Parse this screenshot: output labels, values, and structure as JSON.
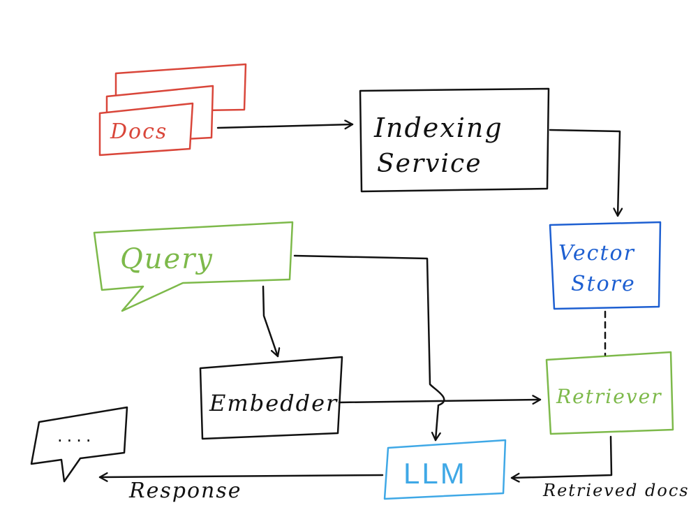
{
  "nodes": {
    "docs": "Docs",
    "indexing_line1": "Indexing",
    "indexing_line2": "Service",
    "vector_line1": "Vector",
    "vector_line2": "Store",
    "query": "Query",
    "embedder": "Embedder",
    "retriever": "Retriever",
    "llm": "LLM",
    "bubble_dots": "...."
  },
  "edges": {
    "response": "Response",
    "retrieved_docs": "Retrieved docs"
  },
  "colors": {
    "docs": "#d9463a",
    "indexing_service": "#111111",
    "vector_store": "#1d5fd1",
    "query": "#7db94a",
    "embedder": "#111111",
    "retriever": "#7db94a",
    "llm": "#3fa8e6",
    "arrows": "#111111"
  }
}
